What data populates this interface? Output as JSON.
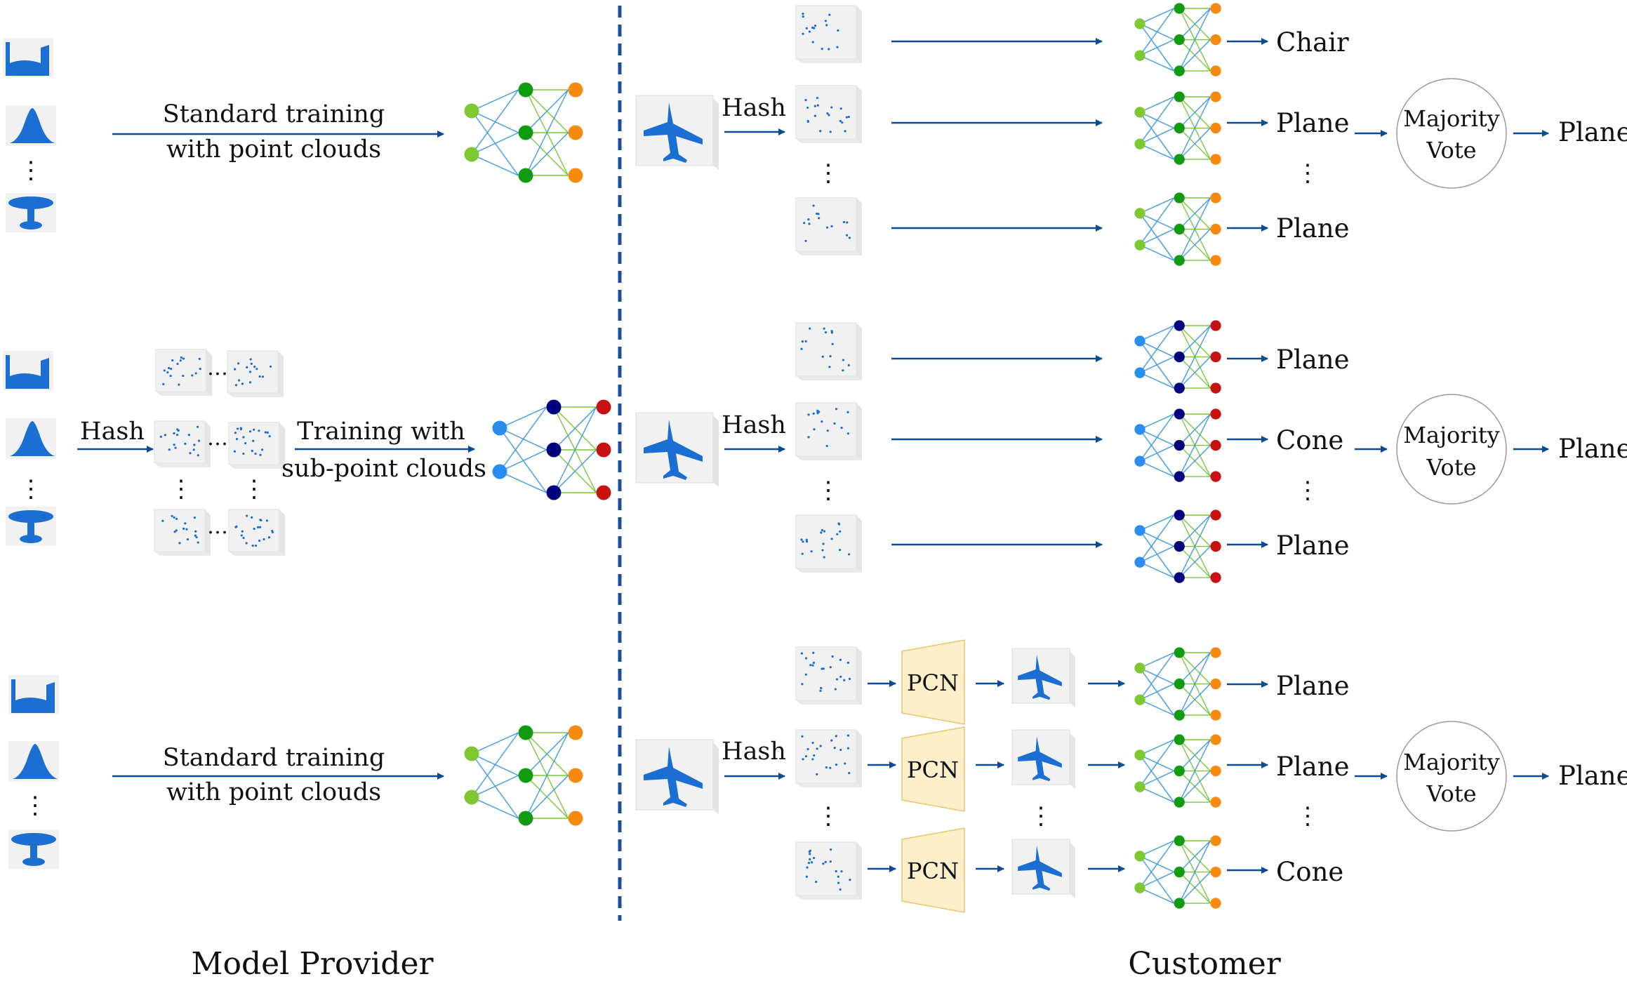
{
  "colors": {
    "arrow": "#0d4a94",
    "divider": "#1a4f9c",
    "shape": "#1b6ed2",
    "thumb_bg": "#f1f1f1",
    "pcn_fill": "#fcefc9",
    "pcn_stroke": "#e6c66e",
    "std_input": "#7ec832",
    "std_hidden": "#109b10",
    "std_output": "#f98a10",
    "hash_input": "#2a8ef0",
    "hash_hidden": "#00007f",
    "hash_output": "#c81212",
    "edge_blue": "#3f9ae6",
    "edge_green": "#78c83c"
  },
  "icons": {
    "shapes": [
      "bed-icon",
      "cone-icon",
      "table-icon",
      "airplane-icon"
    ],
    "other": [
      "point-cloud-thumbnail",
      "neural-network-icon",
      "pcn-trapezoid",
      "majority-vote-circle"
    ]
  },
  "rows": {
    "row1": {
      "training_label_line1": "Standard training",
      "training_label_line2": "with point clouds",
      "hash_label": "Hash",
      "predictions": [
        "Chair",
        "Plane",
        "Plane"
      ],
      "vote_line1": "Majority",
      "vote_line2": "Vote",
      "final": "Plane"
    },
    "row2": {
      "hash_left_label": "Hash",
      "training_label_line1": "Training with",
      "training_label_line2": "sub-point clouds",
      "hash_label": "Hash",
      "predictions": [
        "Plane",
        "Cone",
        "Plane"
      ],
      "vote_line1": "Majority",
      "vote_line2": "Vote",
      "final": "Plane"
    },
    "row3": {
      "training_label_line1": "Standard training",
      "training_label_line2": "with point clouds",
      "hash_label": "Hash",
      "pcn_label": "PCN",
      "predictions": [
        "Plane",
        "Plane",
        "Cone"
      ],
      "vote_line1": "Majority",
      "vote_line2": "Vote",
      "final": "Plane"
    }
  },
  "vertical_ellipsis": "⋮",
  "horizontal_ellipsis": "…",
  "captions": {
    "provider": "Model Provider",
    "customer": "Customer"
  }
}
